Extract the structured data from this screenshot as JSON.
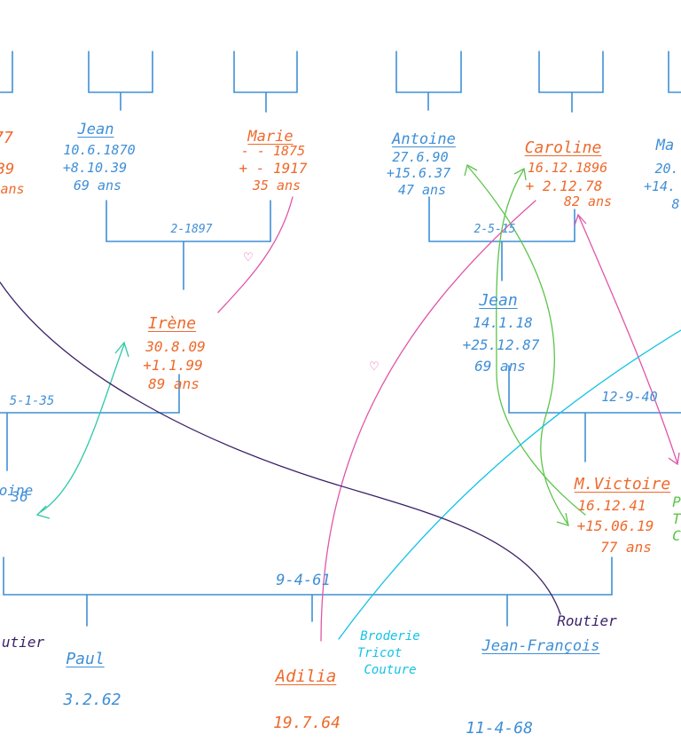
{
  "people": {
    "left_edge_top": {
      "dates": [
        "77",
        "39",
        "ans"
      ]
    },
    "jean_1": {
      "name": "Jean",
      "birth": "10.6.1870",
      "death": "+8.10.39",
      "age": "69 ans"
    },
    "marie": {
      "name": "Marie",
      "birth": "- - 1875",
      "death": "+ - 1917",
      "age": "35 ans"
    },
    "antoine": {
      "name": "Antoine",
      "birth": "27.6.90",
      "death": "+15.6.37",
      "age": "47 ans"
    },
    "caroline": {
      "name": "Caroline",
      "birth": "16.12.1896",
      "death": "+ 2.12.78",
      "age": "82 ans"
    },
    "right_edge_top": {
      "name": "Ma",
      "dates": [
        "20.",
        "+14.",
        "8"
      ]
    },
    "irene": {
      "name": "Irène",
      "birth": "30.8.09",
      "death": "+1.1.99",
      "age": "89 ans"
    },
    "jean_2": {
      "name": "Jean",
      "birth": "14.1.18",
      "death": "+25.12.87",
      "age": "69 ans"
    },
    "left_edge_mid": {
      "name": "oine",
      "dates": [
        "36"
      ]
    },
    "m_victoire": {
      "name": "M.Victoire",
      "birth": "16.12.41",
      "death": "+15.06.19",
      "age": "77 ans"
    },
    "right_edge_mid": {
      "lines": [
        "P",
        "T",
        "C"
      ]
    },
    "paul": {
      "name": "Paul",
      "birth": "3.2.62"
    },
    "adilia": {
      "name": "Adilia",
      "birth": "19.7.64"
    },
    "jean_francois": {
      "name": "Jean-François",
      "birth": "11-4-68"
    }
  },
  "marriages": {
    "m1897": "2-1897",
    "m1915": "2-5-15",
    "m1935": "5-1-35",
    "m1940": "12-9-40",
    "m1961": "9-4-61"
  },
  "notes": {
    "routier_left": "utier",
    "routier_right": "Routier",
    "adilia_hobbies": [
      "Broderie",
      "Tricot",
      "Couture"
    ]
  },
  "symbols": {
    "heart": "♡"
  },
  "colors": {
    "blue": "#3f8fd6",
    "orange": "#ee6a2c",
    "pink": "#e055a8",
    "green": "#5cc44a",
    "teal": "#2ec9a8",
    "cyan": "#14c2e6",
    "purple": "#3a1f66"
  }
}
